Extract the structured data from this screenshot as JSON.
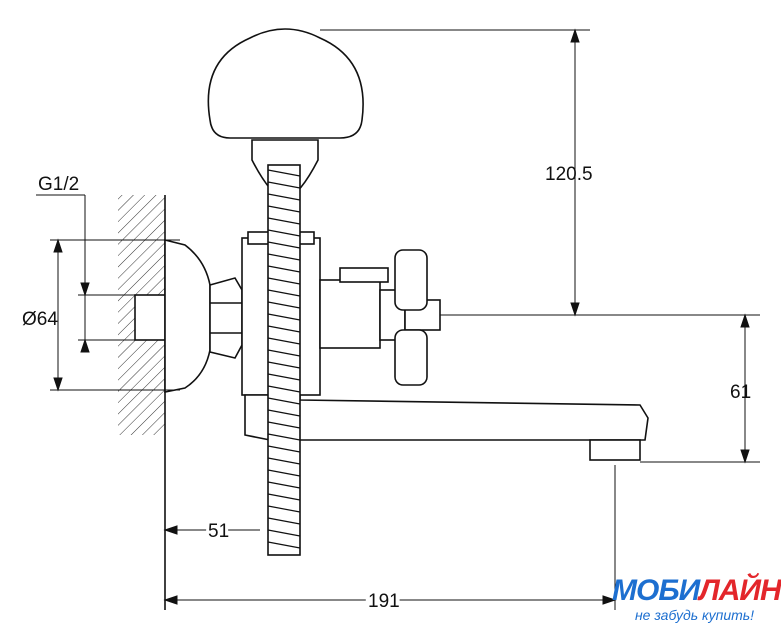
{
  "dimensions": {
    "height_top": "120.5",
    "spout_height": "61",
    "thread": "G1/2",
    "flange_diameter": "Ø64",
    "wall_offset": "51",
    "total_length": "191"
  },
  "logo": {
    "part1": "МОБИ",
    "part2": "ЛАЙН",
    "slogan": "не забудь купить!"
  },
  "colors": {
    "line": "#111111",
    "logo_blue": "#1d6fd0",
    "logo_red": "#e3262b"
  }
}
